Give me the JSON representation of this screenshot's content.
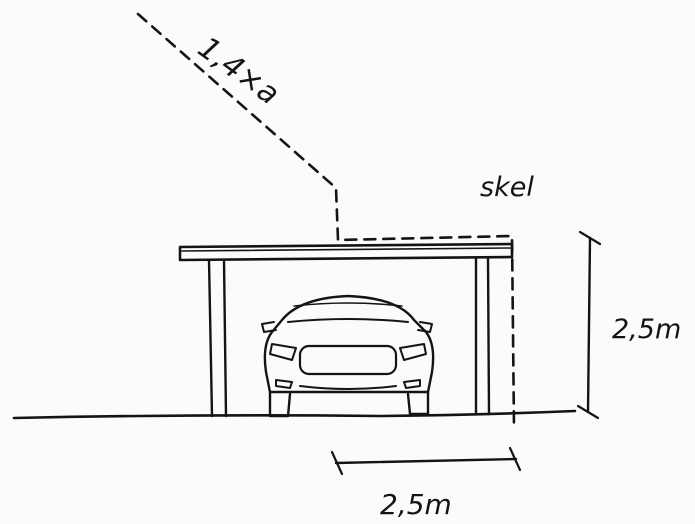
{
  "labels": {
    "setback_formula": "1,4×a",
    "boundary": "skel",
    "height": "2,5m",
    "distance": "2,5m"
  },
  "colors": {
    "ink": "#141414",
    "paper": "#fbfbfa"
  }
}
